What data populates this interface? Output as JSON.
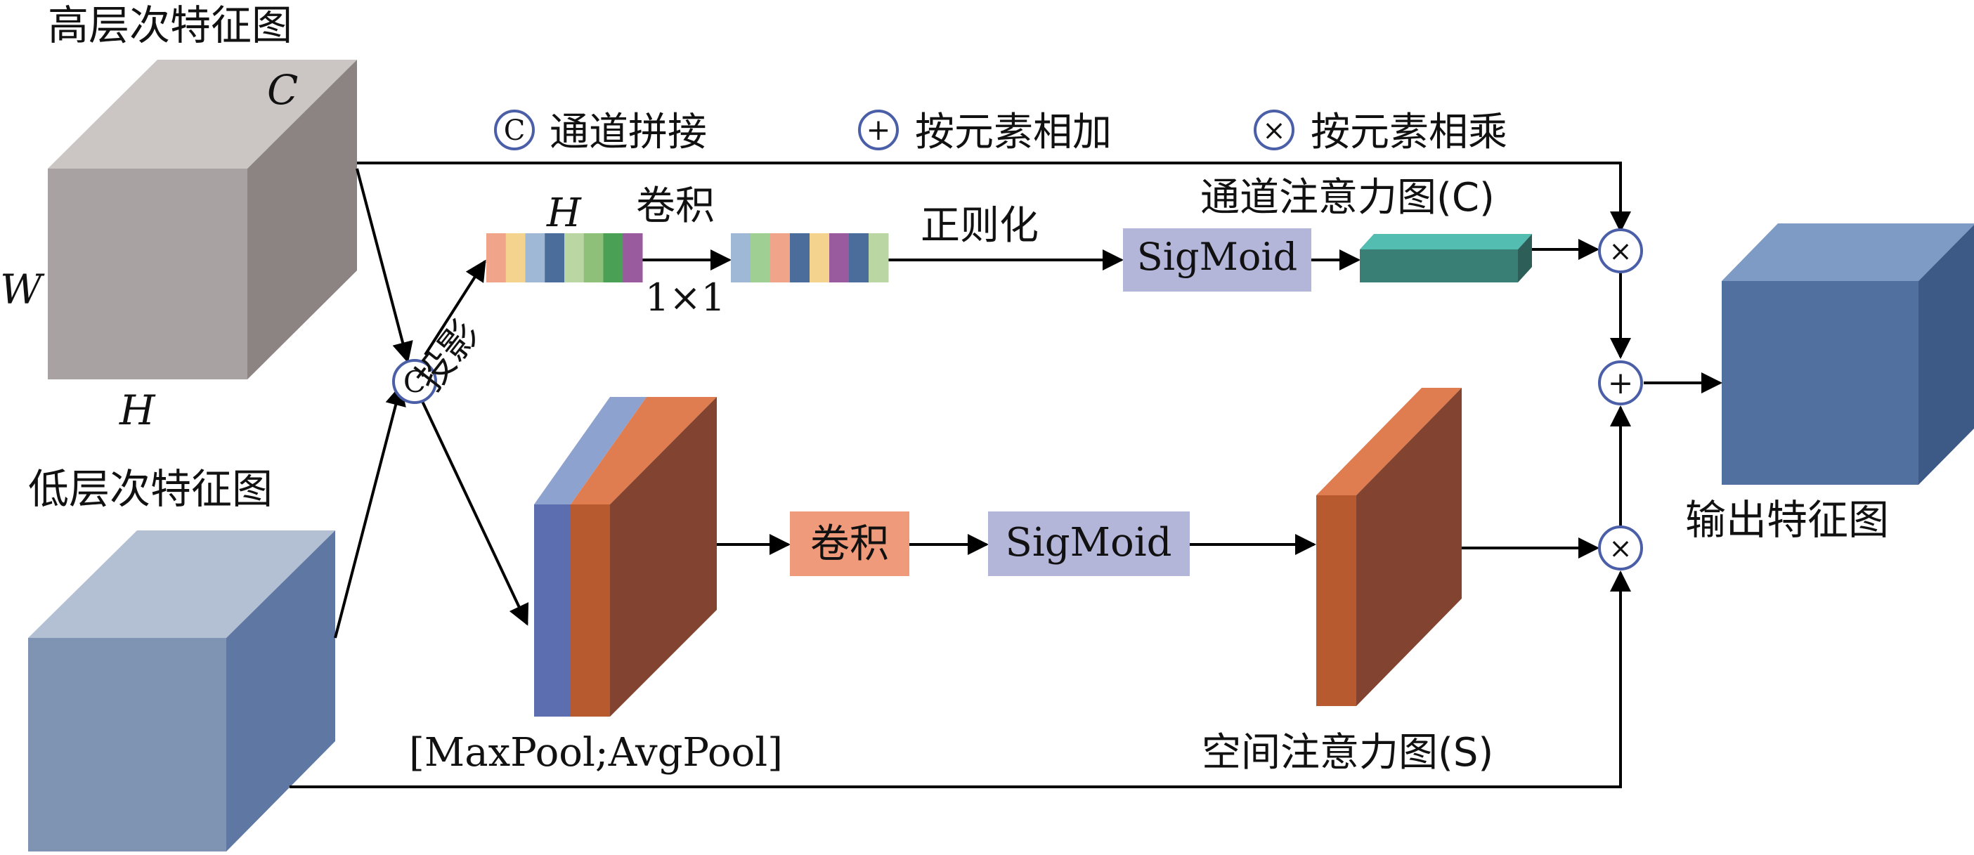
{
  "labels": {
    "high_feature_map": "高层次特征图",
    "low_feature_map": "低层次特征图",
    "output_feature_map": "输出特征图",
    "dim_c": "C",
    "dim_w": "W",
    "dim_h": "H",
    "dim_h_strip": "H",
    "projection": "投影",
    "conv": "卷积",
    "conv_kernel": "1×1",
    "normalize": "正则化",
    "channel_attention": "通道注意力图(C)",
    "spatial_attention": "空间注意力图(S)",
    "pool": "[MaxPool;AvgPool]",
    "conv_box": "卷积",
    "sigmoid_top": "SigMoid",
    "sigmoid_bottom": "SigMoid"
  },
  "legend": [
    {
      "symbol": "C",
      "label": "通道拼接"
    },
    {
      "symbol": "+",
      "label": "按元素相加"
    },
    {
      "symbol": "×",
      "label": "按元素相乘"
    }
  ],
  "operators": {
    "concat": "C",
    "multiply_top": "×",
    "add": "+",
    "multiply_bottom": "×"
  },
  "colors": {
    "high_cube_front": "#a8a3a2",
    "high_cube_top": "#cbc5c3",
    "high_cube_side": "#8c8483",
    "low_cube_front": "#7f93b2",
    "low_cube_top": "#b3c0d4",
    "low_cube_side": "#5f77a3",
    "output_cube_front": "#52709f",
    "output_cube_top": "#7d9bc4",
    "output_cube_side": "#3d5a87",
    "sigmoid_box": "#b3b5d9",
    "conv_box": "#ef9b7b",
    "operator_ring": "#4a5fa8",
    "channel_bar_front": "#3a7f75",
    "channel_bar_top": "#52bdb0",
    "pool_front": "#824430",
    "pool_side_orange": "#b75a30",
    "pool_side_blue": "#5c6db0",
    "pool_top_orange": "#e07d50",
    "pool_top_blue": "#8ea2cf"
  },
  "strip_colors": {
    "first": [
      "#f0a58a",
      "#f4d38e",
      "#9fb8d6",
      "#4a6d9c",
      "#b9d6a3",
      "#8fc07a",
      "#4aa055",
      "#9a5a9e"
    ],
    "second": [
      "#9fb8d6",
      "#9fcf93",
      "#f0a58a",
      "#4a6d9c",
      "#f4d38e",
      "#9a5a9e",
      "#4a6d9c",
      "#b9d6a3"
    ]
  }
}
